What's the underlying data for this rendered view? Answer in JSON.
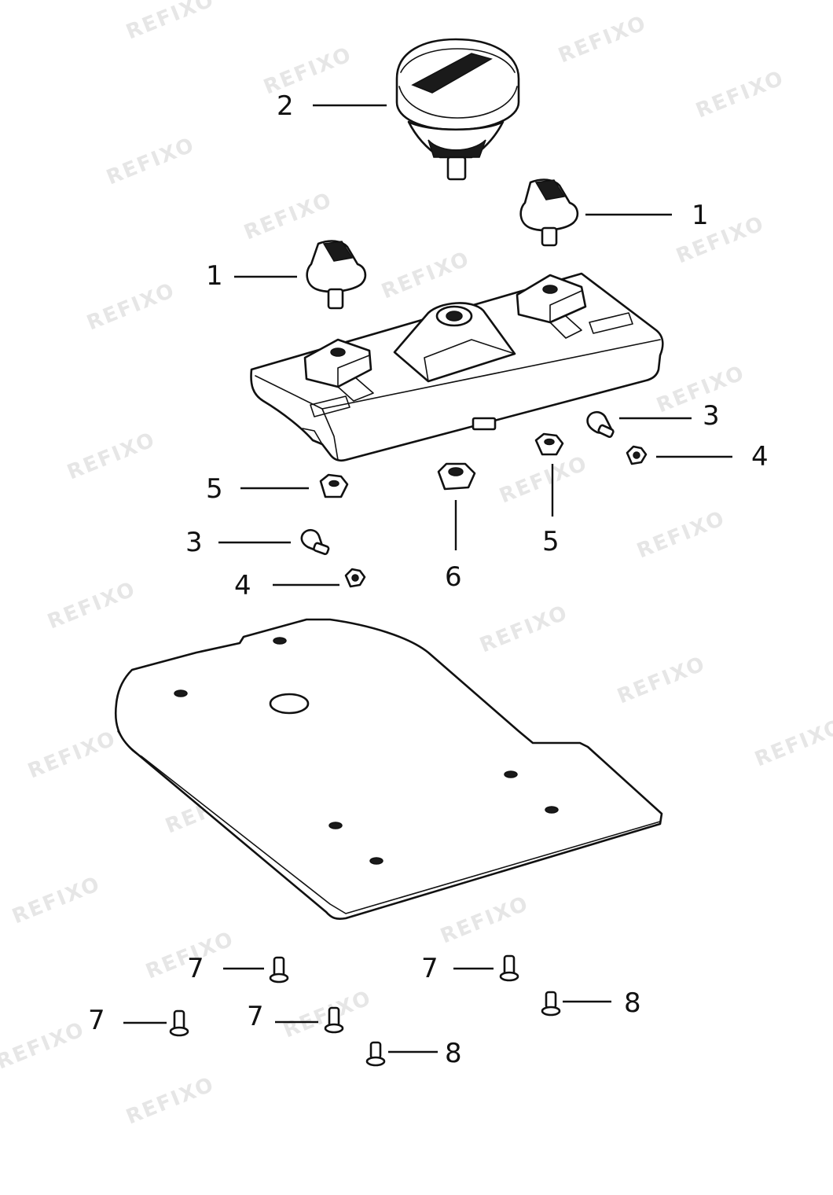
{
  "watermark": "REFIXO",
  "callouts": {
    "c1a": "1",
    "c1b": "1",
    "c2": "2",
    "c3a": "3",
    "c3b": "3",
    "c4a": "4",
    "c4b": "4",
    "c5a": "5",
    "c5b": "5",
    "c6": "6",
    "c7a": "7",
    "c7b": "7",
    "c7c": "7",
    "c7d": "7",
    "c8a": "8",
    "c8b": "8"
  }
}
